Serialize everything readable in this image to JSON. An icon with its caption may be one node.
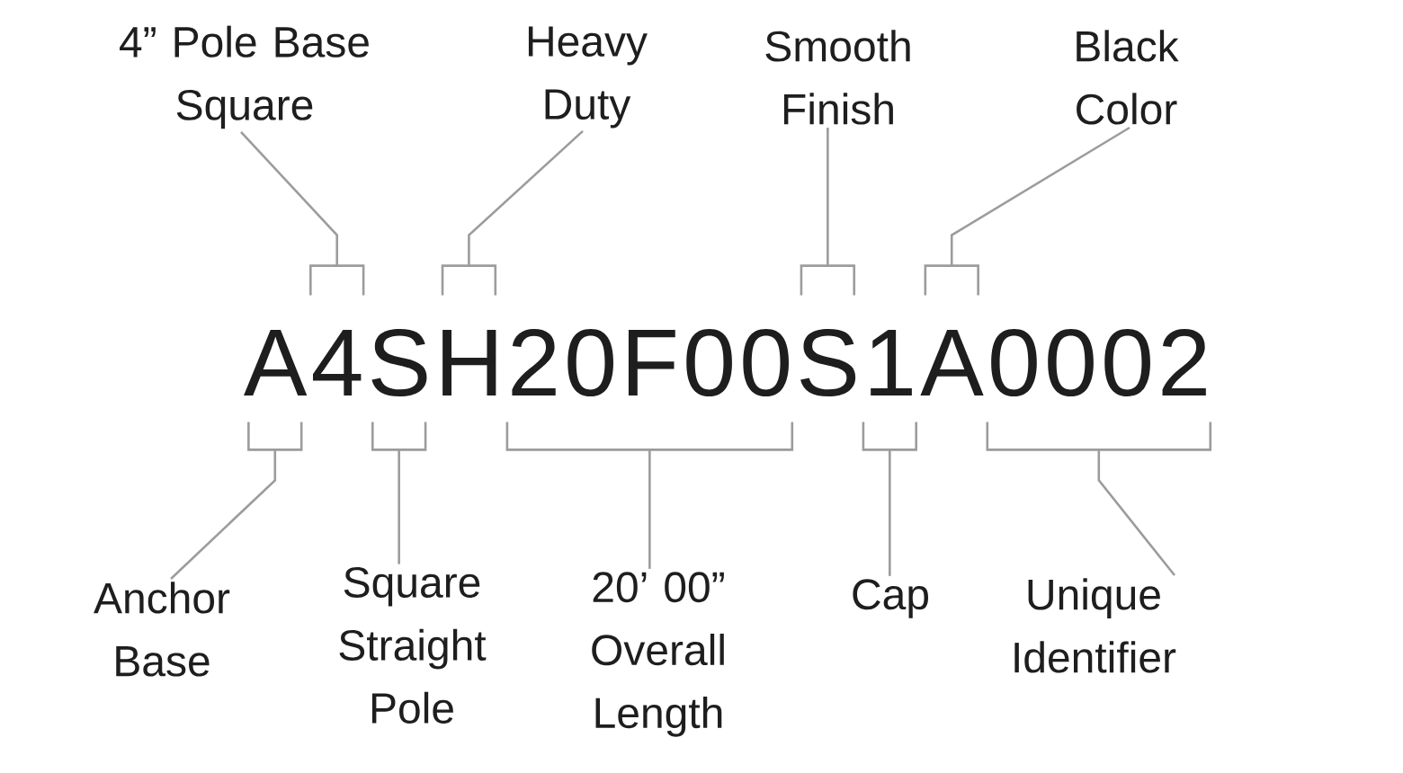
{
  "diagram": {
    "nodes": [
      {
        "text": [
          "4” Pole Base Square"
        ]
      },
      {
        "text": [
          "Heavy Duty"
        ]
      },
      {
        "text": [
          "Smooth Finish"
        ]
      },
      {
        "text": [
          "Black Color"
        ]
      },
      {
        "text": [],
        "shape": "bracket"
      },
      {
        "text": [],
        "shape": "bracket"
      },
      {
        "text": [],
        "shape": "bracket"
      },
      {
        "text": [],
        "shape": "bracket"
      },
      {
        "text": [],
        "shape": "bracket"
      },
      {
        "text": [],
        "shape": "bracket"
      },
      {
        "text": [],
        "shape": "bracket"
      },
      {
        "text": [],
        "shape": "bracket"
      },
      {
        "text": [],
        "shape": "bracket"
      },
      {
        "text": [
          "Anchor Base"
        ]
      },
      {
        "text": [
          "Square Straight Pole"
        ]
      },
      {
        "text": [
          "20’ 00” Overall Length"
        ]
      },
      {
        "text": [
          "Cap"
        ]
      },
      {
        "text": [
          "Unique Identifier"
        ]
      }
    ],
    "edges": [
      {
        "from": 0,
        "to": 4,
        "arrow": "none"
      },
      {
        "from": 1,
        "to": 5,
        "arrow": "none"
      },
      {
        "from": 2,
        "to": 6,
        "arrow": "none"
      },
      {
        "from": 3,
        "to": 7,
        "arrow": "none"
      },
      {
        "from": 13,
        "to": 8,
        "arrow": "none"
      },
      {
        "from": 14,
        "to": 9,
        "arrow": "none"
      },
      {
        "from": 15,
        "to": 10,
        "arrow": "none"
      },
      {
        "from": 16,
        "to": 11,
        "arrow": "none"
      },
      {
        "from": 17,
        "to": 12,
        "arrow": "none"
      }
    ],
    "labels": [
      "A4SH20F00S1A0002"
    ]
  }
}
